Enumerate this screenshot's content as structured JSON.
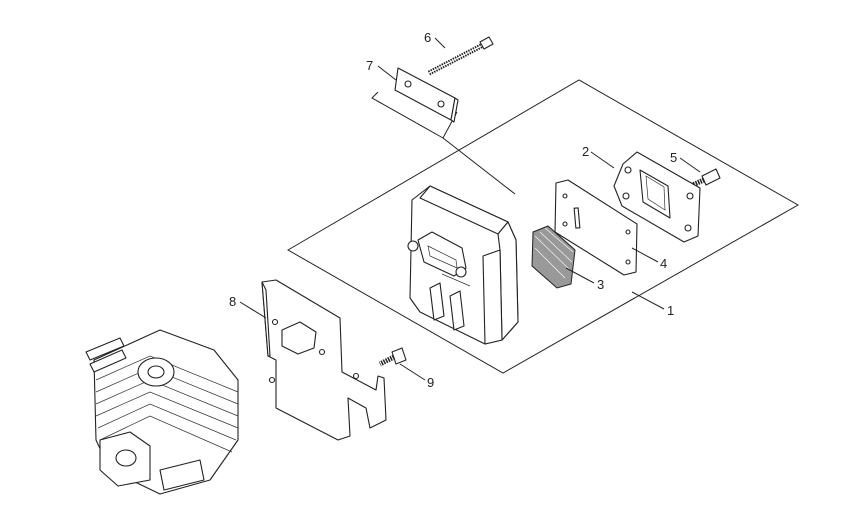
{
  "callouts": {
    "c1": "1",
    "c2": "2",
    "c3": "3",
    "c4": "4",
    "c5": "5",
    "c6": "6",
    "c7": "7",
    "c8": "8",
    "c9": "9"
  },
  "icons": [
    "muffler-assembly",
    "gasket",
    "spark-arrester-screen",
    "muffler-cover",
    "bolt",
    "long-bolt",
    "plate",
    "heat-shield",
    "cylinder"
  ]
}
